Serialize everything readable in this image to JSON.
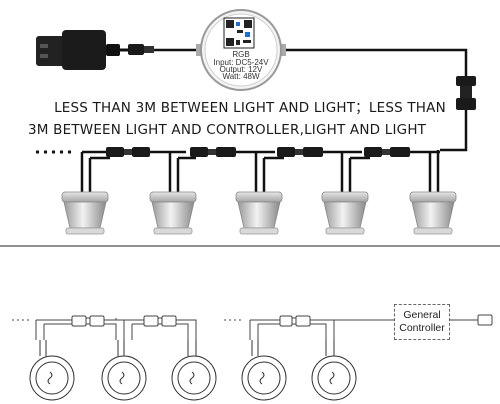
{
  "caption": {
    "line1": "LESS THAN 3M BETWEEN LIGHT AND LIGHT；LESS THAN",
    "line2": "3M BETWEEN LIGHT AND CONTROLLER,LIGHT AND LIGHT"
  },
  "controller_label": {
    "model": "RGB",
    "input": "Input: DC5-24V",
    "output": "Output: 12V",
    "power": "Watt: 48W"
  },
  "general_controller": {
    "line1": "General",
    "line2": "Controller"
  },
  "colors": {
    "wire": "#111111",
    "fixture_body": "#c8c8c8",
    "text": "#1a1a1a"
  },
  "icons": [
    "power-adapter-icon",
    "controller-hub-icon",
    "qr-code-icon",
    "connector-icon",
    "downlight-icon",
    "recessed-light-icon"
  ]
}
